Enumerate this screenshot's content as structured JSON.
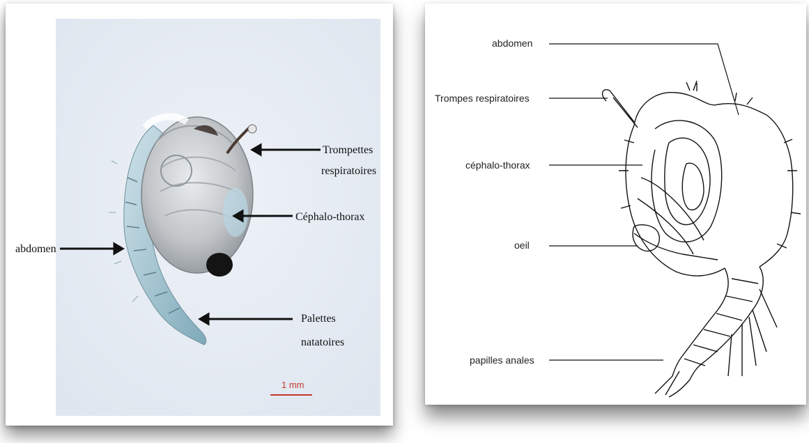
{
  "photo": {
    "labels": {
      "trompettes_line1": "Trompettes",
      "trompettes_line2": "respiratoires",
      "cephalo": "Céphalo-thorax",
      "abdomen": "abdomen",
      "palettes_line1": "Palettes",
      "palettes_line2": "natatoires"
    },
    "scale_bar": "1 mm",
    "colors": {
      "scale_bar": "#c0392b",
      "background": "#e8edf4"
    }
  },
  "drawing": {
    "labels": {
      "abdomen": "abdomen",
      "trompes": "Trompes respiratoires",
      "cephalo": "céphalo-thorax",
      "oeil": "oeil",
      "papilles": "papilles anales"
    }
  }
}
